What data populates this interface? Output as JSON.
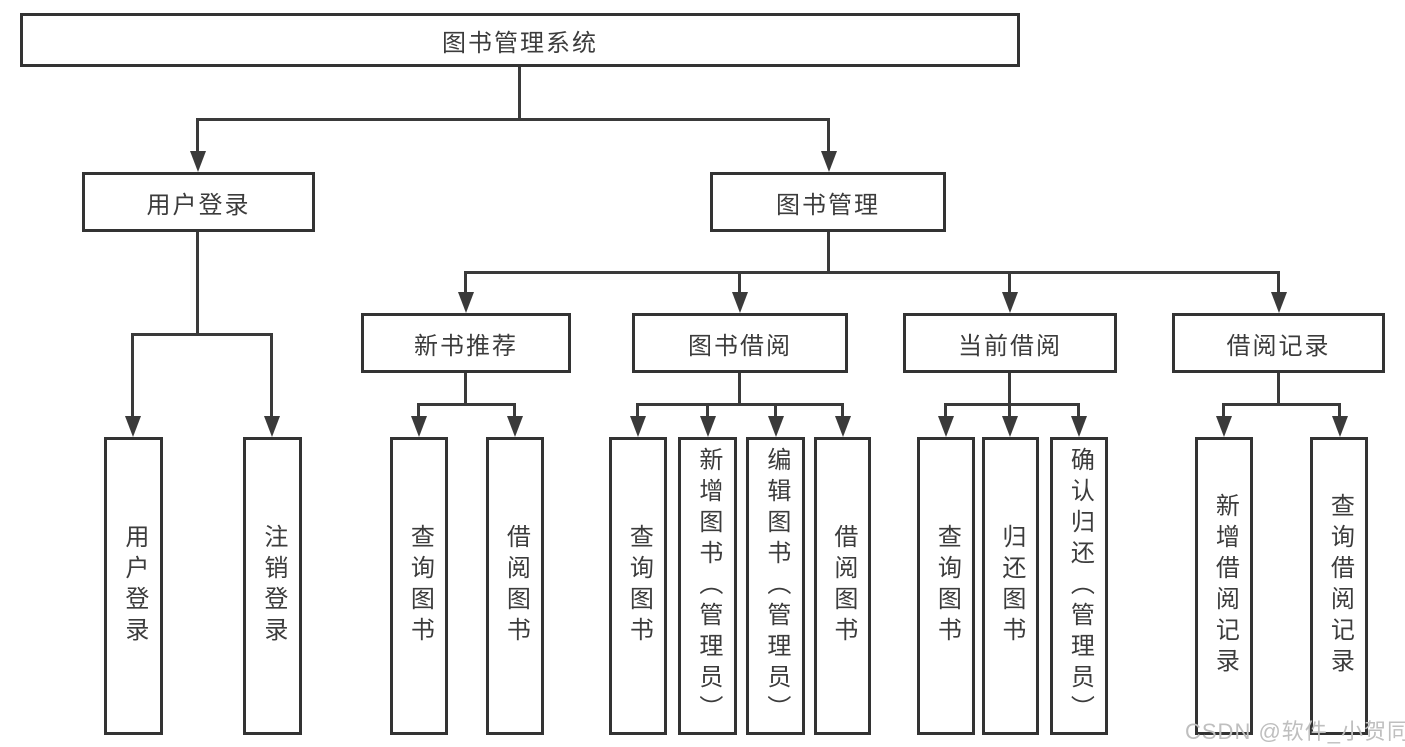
{
  "diagram": {
    "title": "图书管理系统",
    "type": "hierarchy-tree",
    "colors": {
      "line": "#3a3a3a",
      "box_border": "#333333",
      "box_background": "#ffffff",
      "text": "#3c3c3c",
      "watermark": "#bfbfbf"
    },
    "watermark": "CSDN @软件_小贺同学"
  },
  "nodes": {
    "root": {
      "label": "图书管理系统"
    },
    "level2": [
      {
        "id": "user-login",
        "label": "用户登录"
      },
      {
        "id": "book-management",
        "label": "图书管理"
      }
    ],
    "level3": [
      {
        "id": "new-book-recommend",
        "label": "新书推荐",
        "parent": "book-management"
      },
      {
        "id": "book-borrowing",
        "label": "图书借阅",
        "parent": "book-management"
      },
      {
        "id": "current-borrowing",
        "label": "当前借阅",
        "parent": "book-management"
      },
      {
        "id": "borrowing-records",
        "label": "借阅记录",
        "parent": "book-management"
      }
    ],
    "leaves": [
      {
        "label": "用户登录",
        "parent": "user-login"
      },
      {
        "label": "注销登录",
        "parent": "user-login"
      },
      {
        "label": "查询图书",
        "parent": "new-book-recommend"
      },
      {
        "label": "借阅图书",
        "parent": "new-book-recommend"
      },
      {
        "label": "查询图书",
        "parent": "book-borrowing"
      },
      {
        "label": "新增图书（管理员）",
        "parent": "book-borrowing"
      },
      {
        "label": "编辑图书（管理员）",
        "parent": "book-borrowing"
      },
      {
        "label": "借阅图书",
        "parent": "book-borrowing"
      },
      {
        "label": "查询图书",
        "parent": "current-borrowing"
      },
      {
        "label": "归还图书",
        "parent": "current-borrowing"
      },
      {
        "label": "确认归还（管理员）",
        "parent": "current-borrowing"
      },
      {
        "label": "新增借阅记录",
        "parent": "borrowing-records"
      },
      {
        "label": "查询借阅记录",
        "parent": "borrowing-records"
      }
    ]
  }
}
